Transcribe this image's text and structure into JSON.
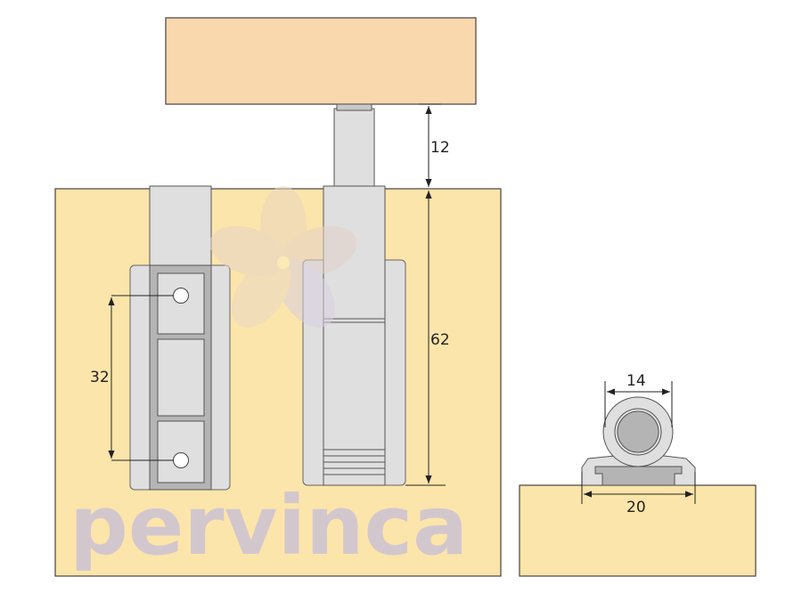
{
  "watermark": {
    "text": "pervinca"
  },
  "dimensions": {
    "plunger_gap": "12",
    "body_length": "62",
    "hole_spacing": "32",
    "head_diameter": "14",
    "base_width": "20"
  },
  "colors": {
    "top_board": "#FAD8AE",
    "panel": "#FCE5AA",
    "part_light": "#DFDFDF",
    "part_dark": "#B4B4B4",
    "watermark": "#B8B2E6"
  }
}
